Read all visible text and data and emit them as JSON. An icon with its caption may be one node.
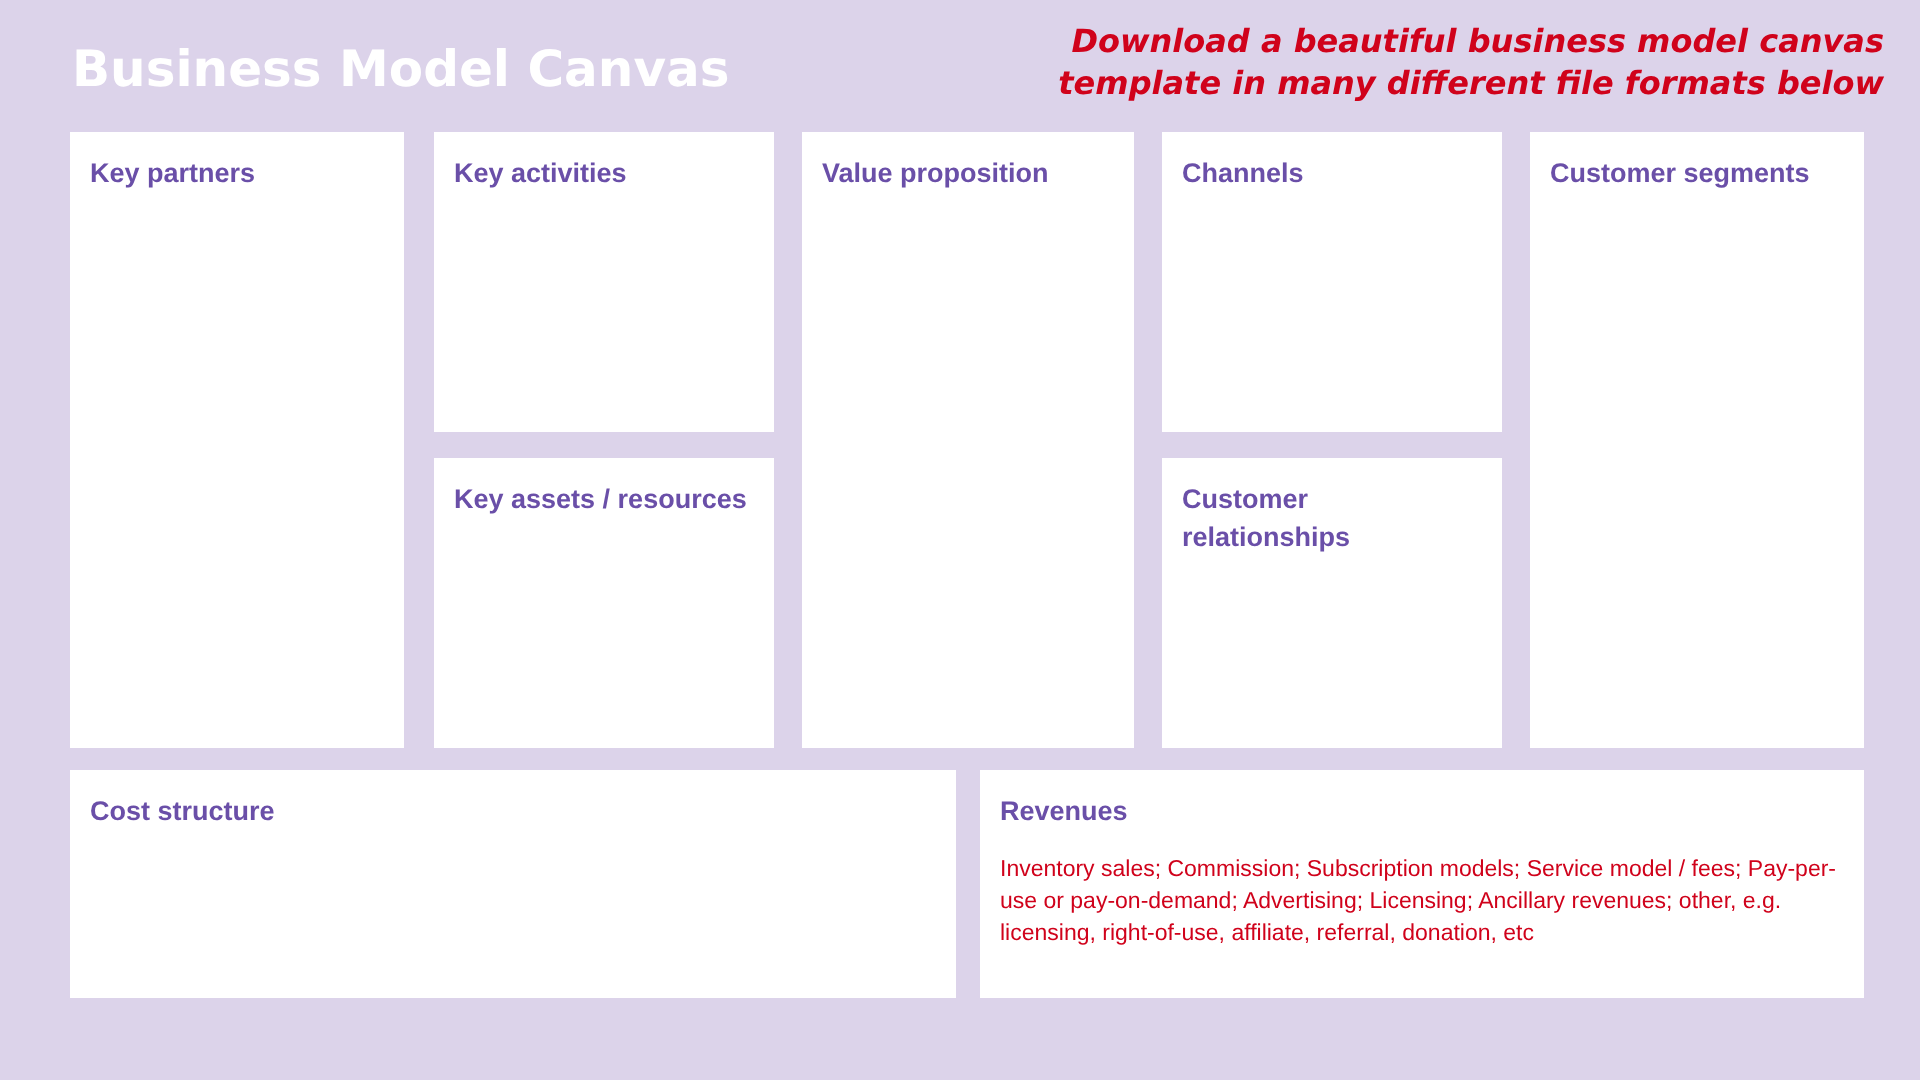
{
  "diagram": {
    "title": "Business Model Canvas",
    "nodes": [
      {
        "text": [
          "Key partners"
        ]
      },
      {
        "text": [
          "Key activities"
        ]
      },
      {
        "text": [
          "Key assets / resources"
        ]
      },
      {
        "text": [
          "Value proposition"
        ]
      },
      {
        "text": [
          "Channels"
        ]
      },
      {
        "text": [
          "Customer relationships"
        ]
      },
      {
        "text": [
          "Customer segments"
        ]
      },
      {
        "text": [
          "Cost structure"
        ]
      },
      {
        "text": [
          "Revenues",
          "Inventory sales; Commission; Subscription models; Service model / fees; Pay-per-use or pay-on-demand; Advertising; Licensing; Ancillary revenues; other, e.g. licensing, right-of-use, affiliate, referral, donation, etc"
        ]
      }
    ],
    "edges": [],
    "labels": [
      "Download a beautiful business model canvas template in many different file formats below"
    ]
  }
}
